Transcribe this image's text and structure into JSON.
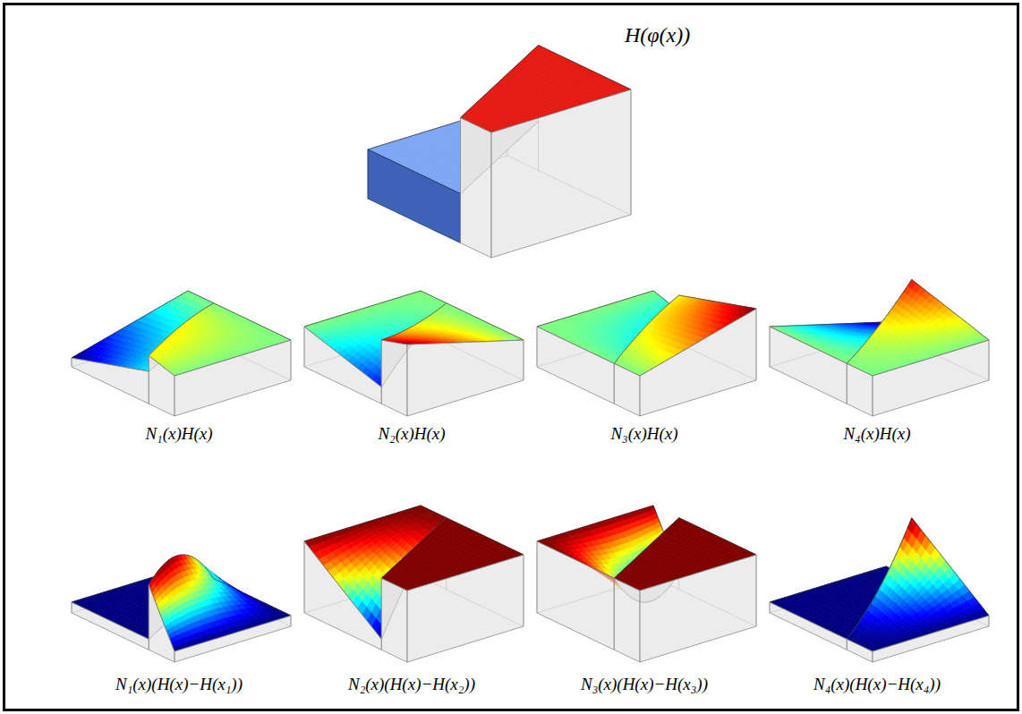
{
  "diagram": {
    "labels": [
      "H(φ(x))",
      "N₁(x)H(x)",
      "N₂(x)H(x)",
      "N₃(x)H(x)",
      "N₄(x)H(x)",
      "N₁(x)(H(x)−H(x₁))",
      "N₂(x)(H(x)−H(x₂))",
      "N₃(x)(H(x)−H(x₃))",
      "N₄(x)(H(x)−H(x₄))"
    ]
  }
}
